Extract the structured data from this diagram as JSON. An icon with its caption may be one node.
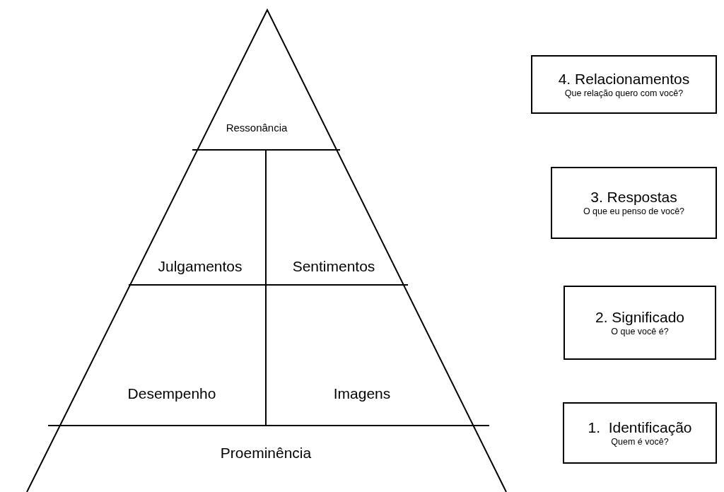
{
  "diagram": {
    "nodes": [
      {
        "text": [
          "Ressonância"
        ]
      },
      {
        "text": [
          "Julgamentos"
        ]
      },
      {
        "text": [
          "Sentimentos"
        ]
      },
      {
        "text": [
          "Desempenho"
        ]
      },
      {
        "text": [
          "Imagens"
        ]
      },
      {
        "text": [
          "Proeminência"
        ]
      },
      {
        "text": [
          "4. Relacionamentos",
          "Que relação quero com você?"
        ]
      },
      {
        "text": [
          "3. Respostas",
          "O que eu penso de você?"
        ]
      },
      {
        "text": [
          "2. Significado",
          "O que você é?"
        ]
      },
      {
        "text": [
          "1.  Identificação",
          "Quem é você?"
        ]
      }
    ]
  }
}
